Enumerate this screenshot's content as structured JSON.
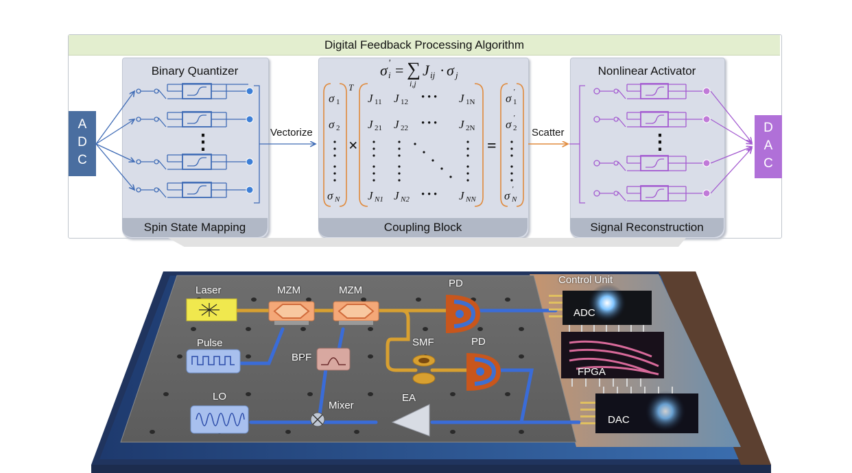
{
  "header": {
    "title": "Digital Feedback Processing Algorithm"
  },
  "adc_box": {
    "letters": [
      "A",
      "D",
      "C"
    ]
  },
  "dac_box": {
    "letters": [
      "D",
      "A",
      "C"
    ]
  },
  "binary_quantizer": {
    "title": "Binary Quantizer",
    "footer": "Spin State Mapping",
    "ellipsis": "⋮"
  },
  "coupling": {
    "footer": "Coupling Block",
    "formula": {
      "lhs": "σ",
      "lhs_prime": "'",
      "lhs_sub": "i",
      "eq": "=",
      "sum": "∑",
      "sum_sub": "i,j",
      "term": "J",
      "term_sub": "ij",
      "dot": "·",
      "sigma": "σ",
      "sigma_sub": "j"
    },
    "sigma_in": {
      "top": "σ",
      "top_sub": "1",
      "second": "σ",
      "second_sub": "2",
      "bottom": "σ",
      "bottom_sub": "N",
      "transpose": "T"
    },
    "matrix": {
      "j11": "J",
      "j11_sub": "11",
      "j12": "J",
      "j12_sub": "12",
      "j1n": "J",
      "j1n_sub": "1N",
      "j21": "J",
      "j21_sub": "21",
      "j22": "J",
      "j22_sub": "22",
      "j2n": "J",
      "j2n_sub": "2N",
      "jn1": "J",
      "jn1_sub": "N1",
      "jn2": "J",
      "jn2_sub": "N2",
      "jnn": "J",
      "jnn_sub": "NN",
      "hdots": "• • •"
    },
    "sigma_out": {
      "top": "σ",
      "top_sub": "1",
      "second": "σ",
      "second_sub": "2",
      "bottom": "σ",
      "bottom_sub": "N",
      "prime": "'"
    },
    "times": "×",
    "equals": "="
  },
  "nonlinear": {
    "title": "Nonlinear Activator",
    "footer": "Signal Reconstruction",
    "ellipsis": "⋮"
  },
  "arrows": {
    "vectorize": "Vectorize",
    "scatter": "Scatter"
  },
  "chip": {
    "laser": "Laser",
    "mzm1": "MZM",
    "mzm2": "MZM",
    "pd1": "PD",
    "pd2": "PD",
    "pulse": "Pulse",
    "bpf": "BPF",
    "smf": "SMF",
    "lo": "LO",
    "mixer": "Mixer",
    "ea": "EA",
    "control_unit": "Control Unit",
    "adc": "ADC",
    "fpga": "FPGA",
    "dac": "DAC"
  },
  "colors": {
    "blue_box": "#4a6ea0",
    "purple_box": "#b070d8",
    "header_bg": "#e3eecf",
    "panel_bg": "#d9dde8",
    "orange": "#e08a3c"
  }
}
